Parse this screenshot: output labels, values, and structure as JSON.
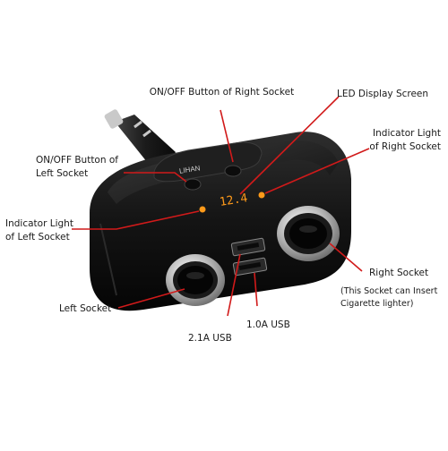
{
  "brand": "LIHAN",
  "display_reading": "12.4",
  "colors": {
    "callout_line": "#d11a1a",
    "led": "#ff9a1a",
    "body": "#141414",
    "chrome": "#c8c8c8"
  },
  "labels": {
    "onoff_right": "ON/OFF Button of Right Socket",
    "led_display": "LED Display Screen",
    "onoff_left": [
      "ON/OFF Button of",
      "Left Socket"
    ],
    "indicator_right": [
      "Indicator Light",
      "of Right Socket"
    ],
    "indicator_left": [
      "Indicator Light",
      "of Left Socket"
    ],
    "right_socket": "Right Socket",
    "right_socket_note": [
      "(This Socket can Insert",
      "Cigarette lighter)"
    ],
    "left_socket": "Left Socket",
    "usb_21": "2.1A USB",
    "usb_10": "1.0A USB"
  }
}
